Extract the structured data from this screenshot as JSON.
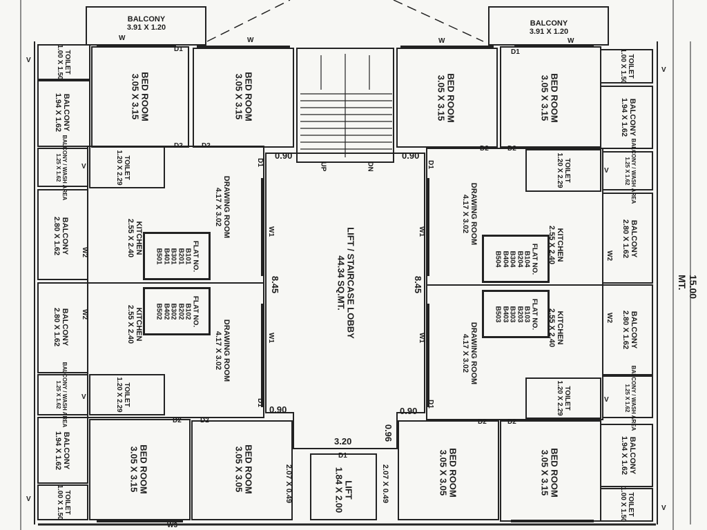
{
  "labels": {
    "balcony": "BALCONY",
    "bed_room": "BED ROOM",
    "toilet": "TOILET",
    "drawing_room": "DRAWING ROOM",
    "kitchen": "KITCHEN",
    "balcony_wash": "BALCONY / WASH AREA",
    "lift": "LIFT",
    "lobby": "LIFT / STAIRCASE LOBBY",
    "flat_no": "FLAT NO.",
    "up": "UP",
    "dn": "DN",
    "overall_width": "15.00 MT."
  },
  "dims": {
    "balcony_top": "3.91 X 1.20",
    "bed_305_315": "3.05 X 3.15",
    "bed_305_305": "3.05 X 3.05",
    "toilet_small": "1.00 X 1.50",
    "balcony_194": "1.94 X 1.62",
    "wash_area": "1.25 X 1.62",
    "toilet_120": "1.20 X 2.29",
    "balcony_280": "2.80 X 1.62",
    "drawing": "4.17 X 3.02",
    "kitchen": "2.55 X 2.40",
    "lobby_area": "44.34 SQ.MT.",
    "lift": "1.84 X 2.00",
    "passage": "2.07 X 0.49",
    "d090": "0.90",
    "d845": "8.45",
    "d320": "3.20",
    "d096": "0.96"
  },
  "flats": {
    "top_left": [
      "B101",
      "B201",
      "B301",
      "B401",
      "B501"
    ],
    "bottom_left": [
      "B102",
      "B202",
      "B302",
      "B402",
      "B502"
    ],
    "top_right": [
      "B104",
      "B204",
      "B304",
      "B404",
      "B504"
    ],
    "bottom_right": [
      "B103",
      "B203",
      "B303",
      "B403",
      "B503"
    ]
  },
  "tags": {
    "W": "W",
    "W1": "W1",
    "W2": "W2",
    "W3": "W3",
    "D1": "D1",
    "D2": "D2",
    "V": "V"
  }
}
